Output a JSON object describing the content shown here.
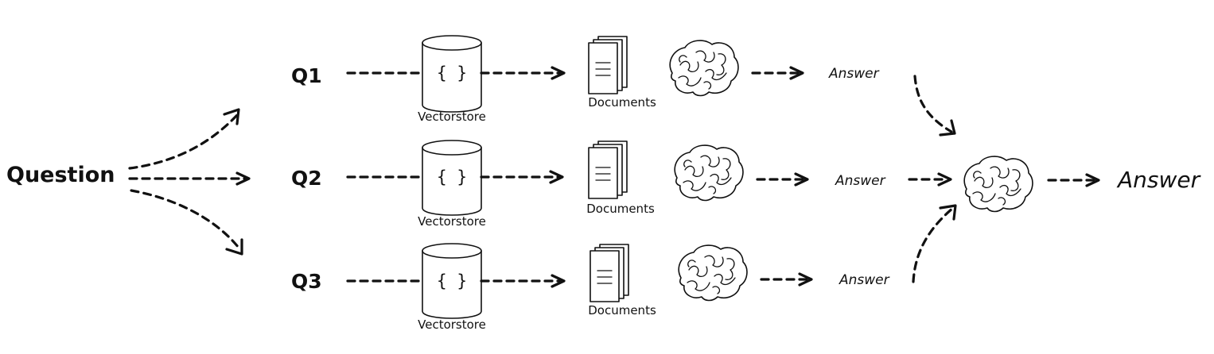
{
  "diagram": {
    "input_label": "Question",
    "rows": [
      {
        "query": "Q1",
        "store_icon": "{ }",
        "store_label": "Vectorstore",
        "docs_label": "Documents",
        "answer_label": "Answer"
      },
      {
        "query": "Q2",
        "store_icon": "{ }",
        "store_label": "Vectorstore",
        "docs_label": "Documents",
        "answer_label": "Answer"
      },
      {
        "query": "Q3",
        "store_icon": "{ }",
        "store_label": "Vectorstore",
        "docs_label": "Documents",
        "answer_label": "Answer"
      }
    ],
    "final_answer_label": "Answer",
    "icons": {
      "store": "database-cylinder-icon",
      "docs": "document-stack-icon",
      "llm": "brain-icon"
    }
  }
}
